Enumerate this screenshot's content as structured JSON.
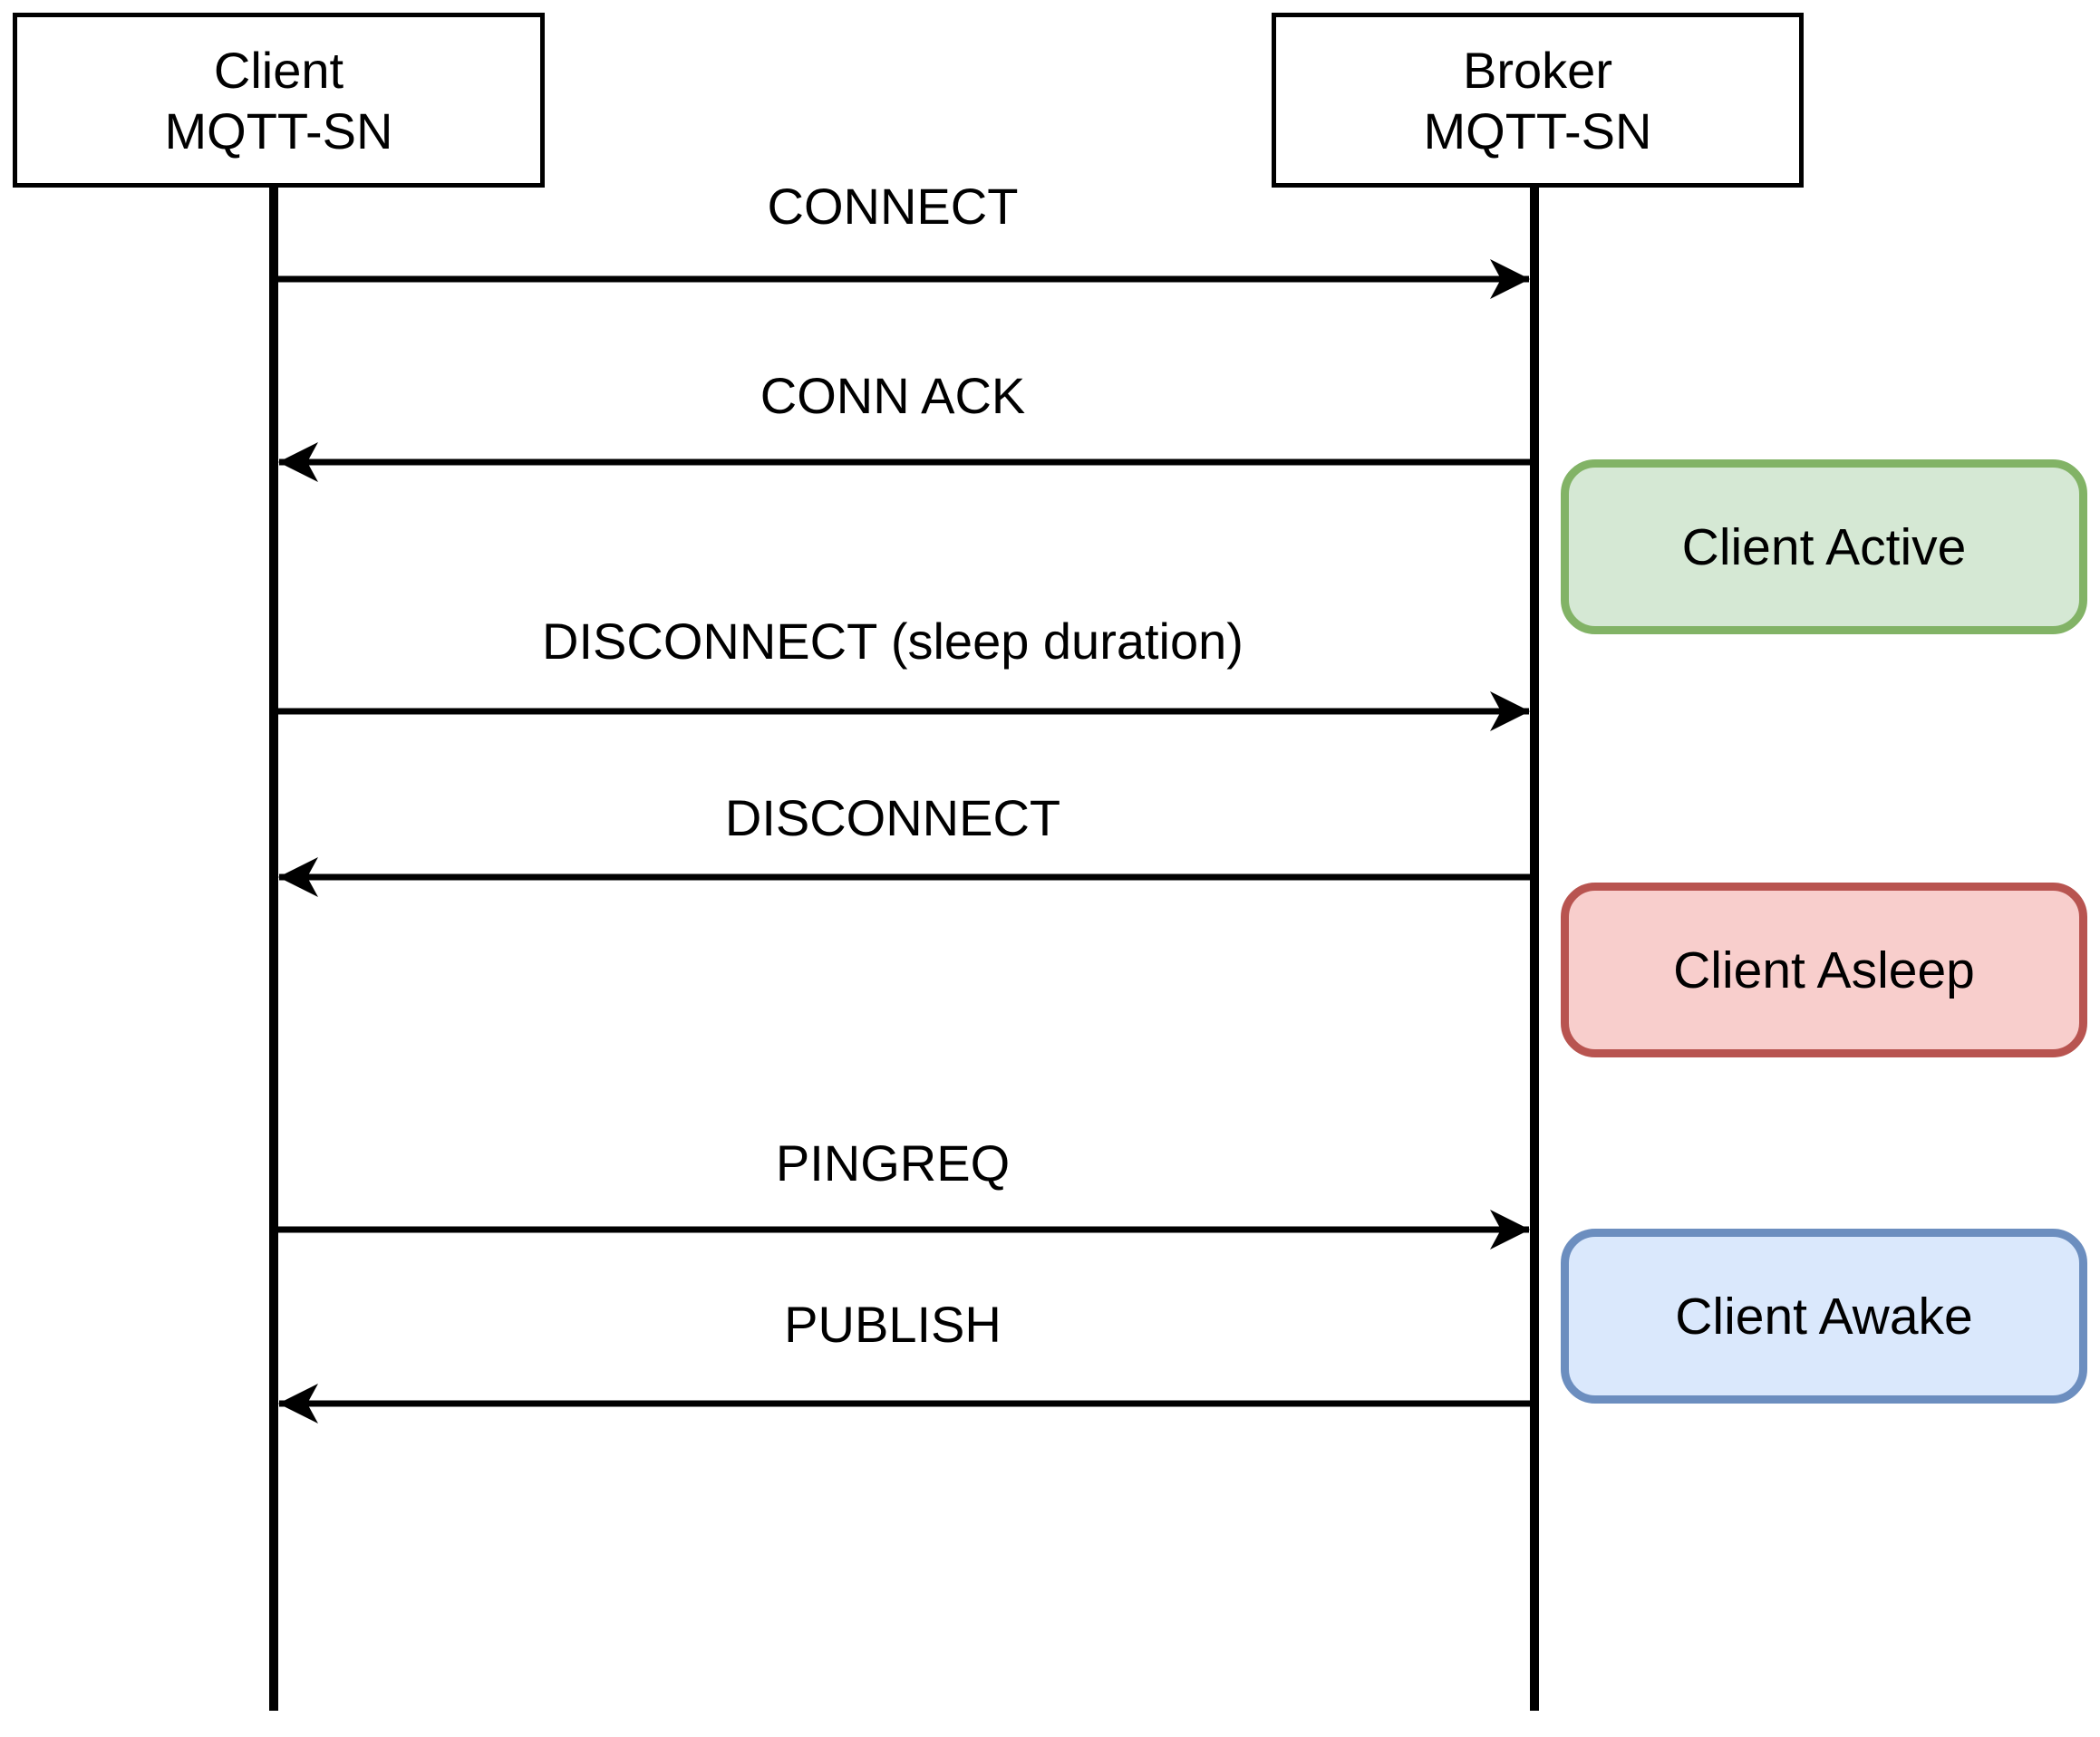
{
  "actors": [
    {
      "id": "client",
      "lines": [
        "Client",
        "MQTT-SN"
      ]
    },
    {
      "id": "broker",
      "lines": [
        "Broker",
        "MQTT-SN"
      ]
    }
  ],
  "messages": [
    {
      "label": "CONNECT",
      "from": "client",
      "to": "broker",
      "direction": "right"
    },
    {
      "label": "CONN ACK",
      "from": "broker",
      "to": "client",
      "direction": "left"
    },
    {
      "label": "DISCONNECT (sleep duration)",
      "from": "client",
      "to": "broker",
      "direction": "right"
    },
    {
      "label": "DISCONNECT",
      "from": "broker",
      "to": "client",
      "direction": "left"
    },
    {
      "label": "PINGREQ",
      "from": "client",
      "to": "broker",
      "direction": "right"
    },
    {
      "label": "PUBLISH",
      "from": "broker",
      "to": "client",
      "direction": "left"
    }
  ],
  "states": [
    {
      "label": "Client Active",
      "fill": "#d5e8d4",
      "border": "#82b366"
    },
    {
      "label": "Client Asleep",
      "fill": "#f8cecc",
      "border": "#b85450"
    },
    {
      "label": "Client Awake",
      "fill": "#dae8fc",
      "border": "#6c8ebf"
    }
  ],
  "colors": {
    "line": "#000000",
    "text": "#000000",
    "background": "#ffffff"
  }
}
